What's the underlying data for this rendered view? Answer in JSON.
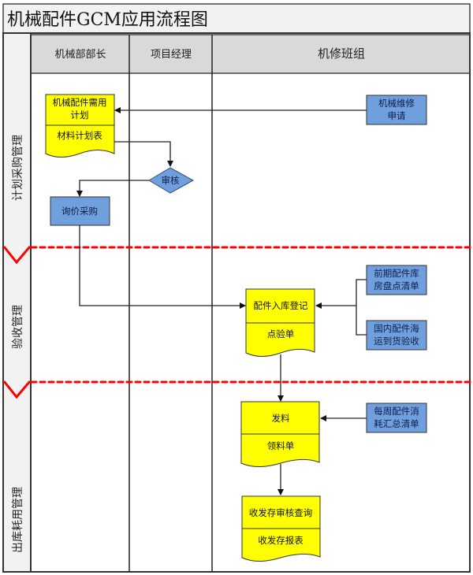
{
  "title": "机械配件GCM应用流程图",
  "colors": {
    "document_fill": "#ffff00",
    "process_fill": "#6f9fdd",
    "decision_fill": "#6f9fdd",
    "phase_divider": "#ff0000",
    "header_fill": "#d9d9d9",
    "phase_label_fill": "#f2f2f2",
    "title_fill": "#f2f2f2",
    "line": "#222222"
  },
  "lanes": [
    {
      "id": "dept-head",
      "label": "机械部部长"
    },
    {
      "id": "project-manager",
      "label": "项目经理"
    },
    {
      "id": "repair-team",
      "label": "机修班组"
    }
  ],
  "phases": [
    {
      "id": "plan-purchase",
      "label": "计划采购管理"
    },
    {
      "id": "acceptance",
      "label": "验收管理"
    },
    {
      "id": "outbound-consumption",
      "label": "出库耗用管理"
    }
  ],
  "nodes": {
    "demand_plan": {
      "type": "document",
      "lane": "机械部部长",
      "title": [
        "机械配件需用",
        "计划"
      ],
      "doc": "材料计划表"
    },
    "review": {
      "type": "decision",
      "lane": "项目经理",
      "label": "审核"
    },
    "inquiry_purchase": {
      "type": "process",
      "lane": "机械部部长",
      "label": "询价采购"
    },
    "repair_request": {
      "type": "process",
      "lane": "机修班组",
      "label": [
        "机械维修",
        "申请"
      ]
    },
    "warehouse_entry": {
      "type": "document",
      "lane": "机修班组",
      "title": [
        "配件入库登记"
      ],
      "doc": "点验单"
    },
    "previous_inventory": {
      "type": "process",
      "lane": "机修班组",
      "label": [
        "前期配件库",
        "房盘点清单"
      ]
    },
    "domestic_receipt": {
      "type": "process",
      "lane": "机修班组",
      "label": [
        "国内配件海",
        "运到货验收"
      ]
    },
    "issue_material": {
      "type": "document",
      "lane": "机修班组",
      "title": [
        "发料"
      ],
      "doc": "领料单"
    },
    "weekly_summary": {
      "type": "process",
      "lane": "机修班组",
      "label": [
        "每周配件消",
        "耗汇总清单"
      ]
    },
    "inout_query": {
      "type": "document",
      "lane": "机修班组",
      "title": [
        "收发存审核查询"
      ],
      "doc": "收发存报表"
    }
  },
  "edges": [
    {
      "from": "repair_request",
      "to": "demand_plan"
    },
    {
      "from": "demand_plan",
      "to": "review"
    },
    {
      "from": "review",
      "to": "inquiry_purchase"
    },
    {
      "from": "inquiry_purchase",
      "to": "warehouse_entry"
    },
    {
      "from": "previous_inventory",
      "to": "warehouse_entry"
    },
    {
      "from": "domestic_receipt",
      "to": "warehouse_entry"
    },
    {
      "from": "warehouse_entry",
      "to": "issue_material"
    },
    {
      "from": "weekly_summary",
      "to": "issue_material"
    },
    {
      "from": "issue_material",
      "to": "inout_query"
    }
  ]
}
